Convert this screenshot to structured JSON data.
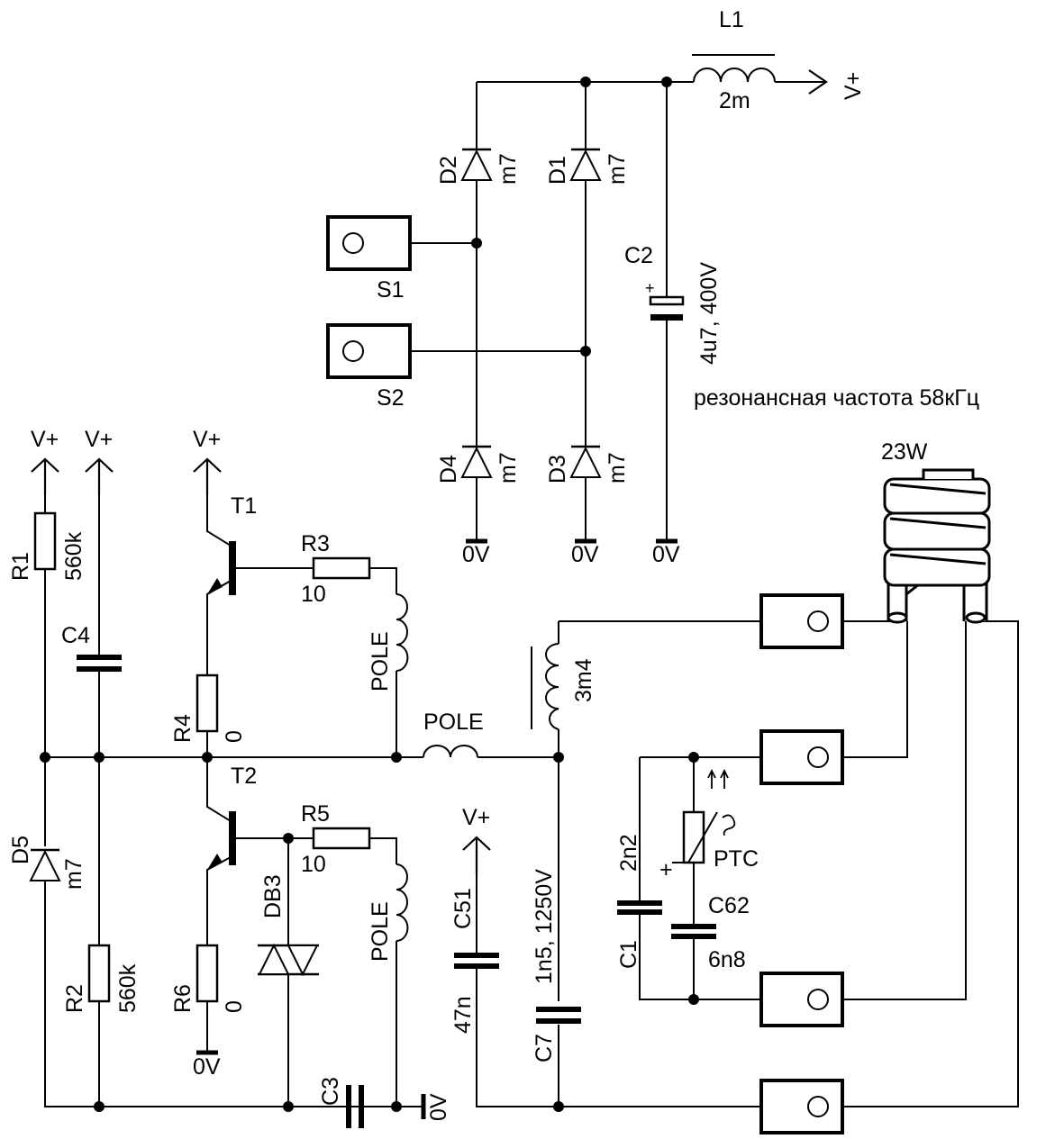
{
  "title": "резонансная частота 58кГц",
  "power_label": "V+",
  "ground_label": "0V",
  "lamp_label": "23W",
  "components": {
    "L1": {
      "ref": "L1",
      "value": "2m"
    },
    "C2": {
      "ref": "C2",
      "value": "4u7, 400V"
    },
    "D1": {
      "ref": "D1",
      "value": "m7"
    },
    "D2": {
      "ref": "D2",
      "value": "m7"
    },
    "D3": {
      "ref": "D3",
      "value": "m7"
    },
    "D4": {
      "ref": "D4",
      "value": "m7"
    },
    "D5": {
      "ref": "D5",
      "value": "m7"
    },
    "S1": {
      "ref": "S1"
    },
    "S2": {
      "ref": "S2"
    },
    "R1": {
      "ref": "R1",
      "value": "560k"
    },
    "R2": {
      "ref": "R2",
      "value": "560k"
    },
    "R3": {
      "ref": "R3",
      "value": "10"
    },
    "R4": {
      "ref": "R4",
      "value": "0"
    },
    "R5": {
      "ref": "R5",
      "value": "10"
    },
    "R6": {
      "ref": "R6",
      "value": "0"
    },
    "C4": {
      "ref": "C4"
    },
    "C3": {
      "ref": "C3"
    },
    "C51": {
      "ref": "C51",
      "value": "47n"
    },
    "C7": {
      "ref": "C7",
      "value": "1n5, 1250V"
    },
    "C1": {
      "ref": "C1",
      "value": "2n2"
    },
    "C62": {
      "ref": "C62",
      "value": "6n8"
    },
    "T1": {
      "ref": "T1"
    },
    "T2": {
      "ref": "T2"
    },
    "DB3": {
      "ref": "DB3"
    },
    "PTC": {
      "ref": "PTC",
      "polarity": "+"
    },
    "POLE_T1": {
      "ref": "POLE"
    },
    "POLE_T2": {
      "ref": "POLE"
    },
    "POLE_OUT": {
      "ref": "POLE"
    },
    "L_RES": {
      "value": "3m4"
    }
  }
}
